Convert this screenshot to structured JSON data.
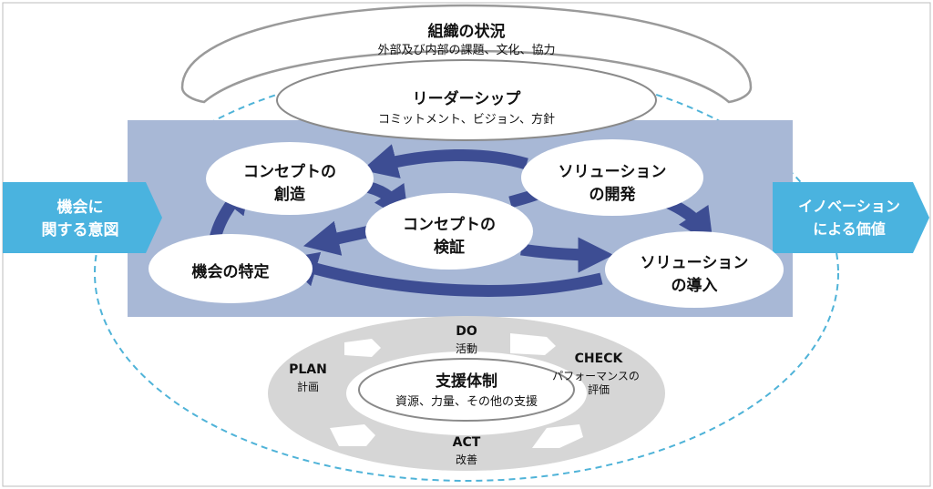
{
  "org": {
    "title": "組織の状況",
    "subtitle": "外部及び内部の課題、文化、協力"
  },
  "leadership": {
    "title": "リーダーシップ",
    "subtitle": "コミットメント、ビジョン、方針"
  },
  "input": {
    "line1": "機会に",
    "line2": "関する意図"
  },
  "output": {
    "line1": "イノベーション",
    "line2": "による価値"
  },
  "processes": {
    "concept_creation": {
      "line1": "コンセプトの",
      "line2": "創造"
    },
    "solution_dev": {
      "line1": "ソリューション",
      "line2": "の開発"
    },
    "concept_validation": {
      "line1": "コンセプトの",
      "line2": "検証"
    },
    "opportunity": {
      "line1": "機会の特定"
    },
    "solution_deploy": {
      "line1": "ソリューション",
      "line2": "の導入"
    }
  },
  "support": {
    "title": "支援体制",
    "subtitle": "資源、力量、その他の支援"
  },
  "pdca": {
    "do": {
      "label": "DO",
      "sub": "活動"
    },
    "check": {
      "label": "CHECK",
      "sub1": "パフォーマンスの",
      "sub2": "評価"
    },
    "act": {
      "label": "ACT",
      "sub": "改善"
    },
    "plan": {
      "label": "PLAN",
      "sub": "計画"
    }
  },
  "colors": {
    "blue_panel": "#a8b8d6",
    "arrow": "#3d4d93",
    "cyan": "#4ab3df",
    "dashed": "#4fb3d8",
    "gray_ring": "#d6d6d6"
  }
}
